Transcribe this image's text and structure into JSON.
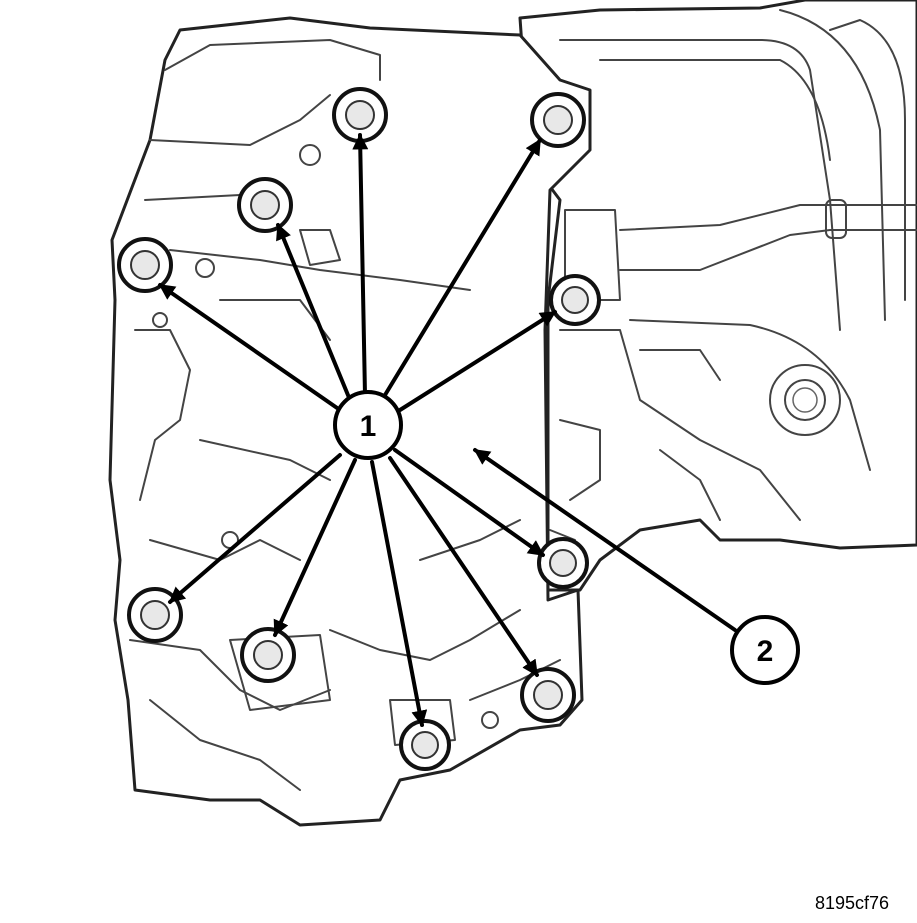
{
  "callouts": {
    "one": "1",
    "two": "2"
  },
  "figure_code": "8195cf76",
  "colors": {
    "line": "#000000",
    "background": "#ffffff"
  }
}
